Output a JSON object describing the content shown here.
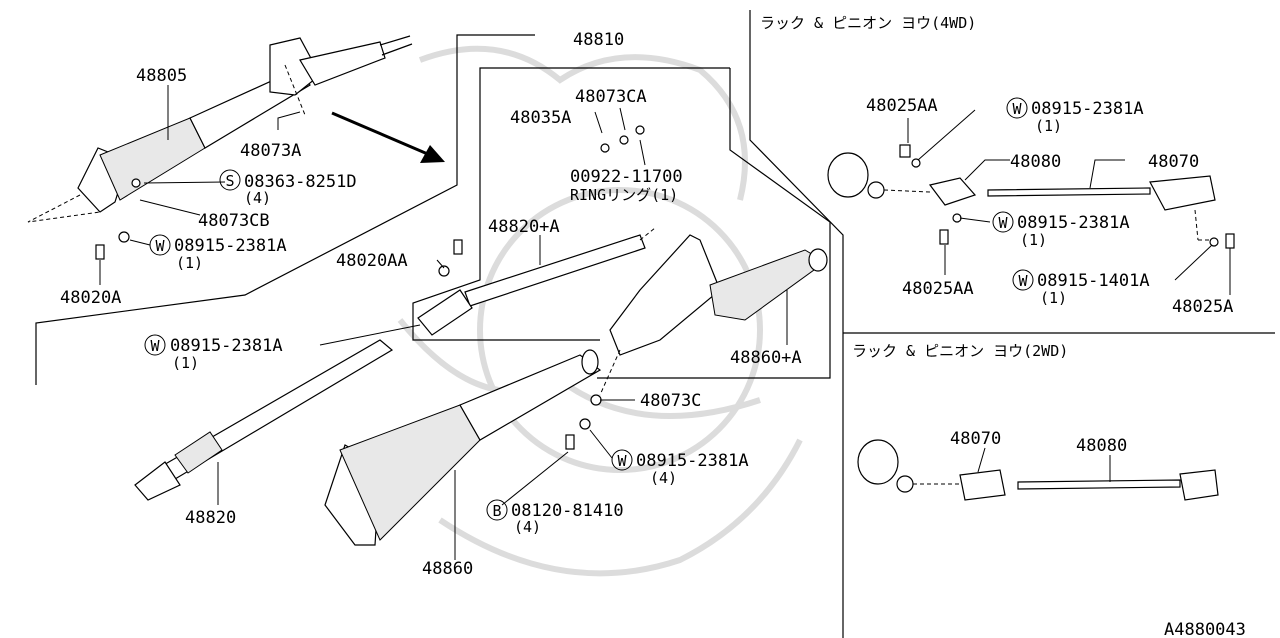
{
  "header": {
    "rack_4wd": "ラック & ピニオン ヨウ(4WD)",
    "rack_2wd": "ラック & ピニオン ヨウ(2WD)"
  },
  "footer": {
    "diagram_code": "A4880043"
  },
  "labels": {
    "p48805": "48805",
    "p48073A": "48073A",
    "s08363": "08363-8251D",
    "s08363_qty": "(4)",
    "p48073CB": "48073CB",
    "w08915_left": "08915-2381A",
    "w08915_left_qty": "(1)",
    "p48020A": "48020A",
    "p48810": "48810",
    "p48073CA": "48073CA",
    "p48035A": "48035A",
    "p00922": "00922-11700",
    "ring": "RINGリング(1)",
    "p48820A": "48820+A",
    "p48020AA": "48020AA",
    "w08915_mid": "08915-2381A",
    "w08915_mid_qty": "(1)",
    "p48860A": "48860+A",
    "p48073C": "48073C",
    "w08915_low": "08915-2381A",
    "w08915_low_qty": "(4)",
    "b08120": "08120-81410",
    "b08120_qty": "(4)",
    "p48820": "48820",
    "p48860": "48860",
    "p48025AA_top": "48025AA",
    "w08915_4wd_top": "08915-2381A",
    "w08915_4wd_top_qty": "(1)",
    "p48080_4wd": "48080",
    "p48070_4wd": "48070",
    "w08915_4wd_mid": "08915-2381A",
    "w08915_4wd_mid_qty": "(1)",
    "p48025AA_bot": "48025AA",
    "w08915_1401": "08915-1401A",
    "w08915_1401_qty": "(1)",
    "p48025A": "48025A",
    "p48070_2wd": "48070",
    "p48080_2wd": "48080"
  },
  "markers": {
    "s": "S",
    "w": "W",
    "b": "B"
  }
}
